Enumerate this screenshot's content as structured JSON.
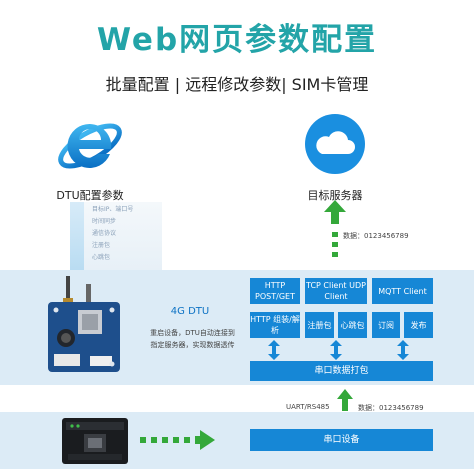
{
  "title": "Web网页参数配置",
  "subtitle": "批量配置 | 远程修改参数| SIM卡管理",
  "left_panel": {
    "label": "DTU配置参数",
    "config_items": [
      "目标IP、端口号",
      "时间同步",
      "通信协议",
      "注册包",
      "心跳包"
    ],
    "icon": "ie-browser-icon"
  },
  "right_panel": {
    "label": "目标服务器",
    "icon": "cloud-icon",
    "data_note": "数据：0123456789"
  },
  "dtu": {
    "name": "4G DTU",
    "description_line1": "重启设备，DTU自动连接到",
    "description_line2": "指定服务器，实现数据透传",
    "board_icon": "dtu-board-icon"
  },
  "protocols": [
    {
      "top": "HTTP POST/GET",
      "bottom": "HTTP 组装/解析"
    },
    {
      "top": "TCP Client UDP Client",
      "bottom_left": "注册包",
      "bottom_right": "心跳包"
    },
    {
      "top": "MQTT Client",
      "bottom_left": "订阅",
      "bottom_right": "发布"
    }
  ],
  "serial_pack_label": "串口数据打包",
  "link": {
    "label": "UART/RS485",
    "data_note": "数据：0123456789"
  },
  "serial_device": {
    "label": "串口设备",
    "icon": "serial-device-icon"
  },
  "colors": {
    "title": "#23a4a8",
    "box": "#1687d6",
    "band": "#dcebf6",
    "arrow": "#34a83a"
  }
}
